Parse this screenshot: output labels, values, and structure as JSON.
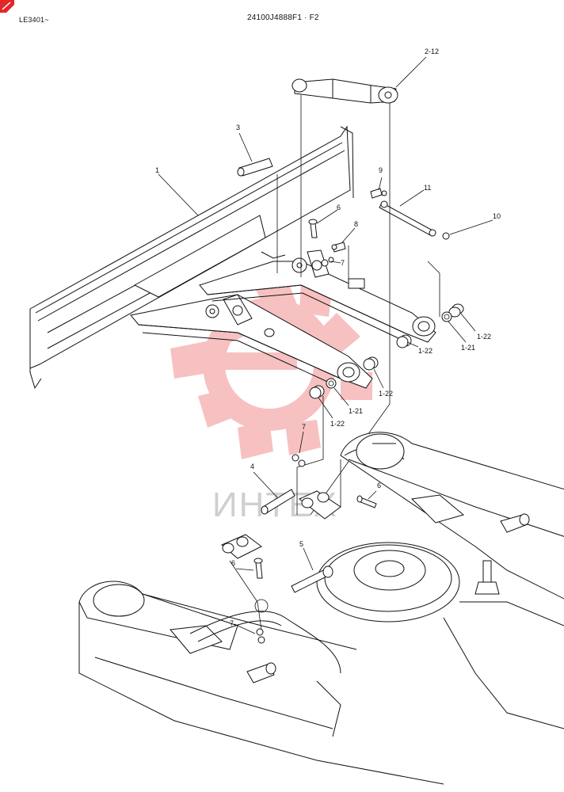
{
  "header": {
    "serial_range": "LE3401~",
    "part_number": "24100J4888F1 · F2"
  },
  "watermark": {
    "text": "ИНТЕХ",
    "color": "#f28f8f"
  },
  "callouts": {
    "c1": "1",
    "c2_12": "2-12",
    "c3": "3",
    "c4": "4",
    "c5": "5",
    "c6a": "6",
    "c6b": "6",
    "c6c": "6",
    "c7a": "7",
    "c7b": "7",
    "c7c": "7",
    "c8": "8",
    "c9": "9",
    "c10": "10",
    "c11": "11",
    "c1_21a": "1-21",
    "c1_21b": "1-21",
    "c1_22a": "1-22",
    "c1_22b": "1-22",
    "c1_22c": "1-22",
    "c1_22d": "1-22"
  }
}
